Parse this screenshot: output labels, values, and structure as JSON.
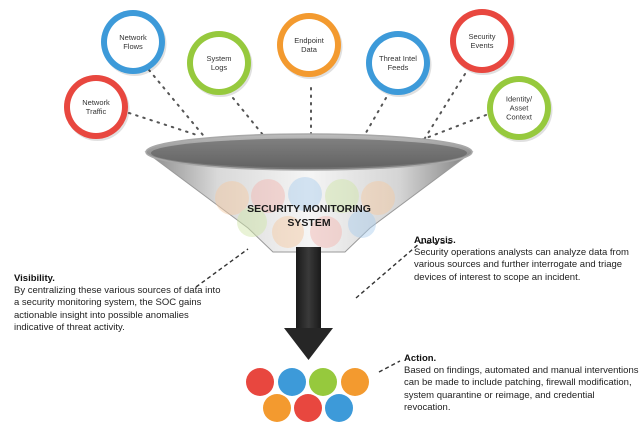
{
  "sources": [
    {
      "id": "network-traffic",
      "lines": [
        "Network",
        "Traffic"
      ],
      "color": "#e8473f"
    },
    {
      "id": "network-flows",
      "lines": [
        "Network",
        "Flows"
      ],
      "color": "#3d9ad9"
    },
    {
      "id": "system-logs",
      "lines": [
        "System",
        "Logs"
      ],
      "color": "#96c93d"
    },
    {
      "id": "endpoint-data",
      "lines": [
        "Endpoint",
        "Data"
      ],
      "color": "#f39a2f"
    },
    {
      "id": "threat-intel-feeds",
      "lines": [
        "Threat Intel",
        "Feeds"
      ],
      "color": "#3d9ad9"
    },
    {
      "id": "security-events",
      "lines": [
        "Security",
        "Events"
      ],
      "color": "#e8473f"
    },
    {
      "id": "identity-asset-context",
      "lines": [
        "Identity/",
        "Asset",
        "Context"
      ],
      "color": "#96c93d"
    }
  ],
  "funnel": {
    "title_line1": "SECURITY MONITORING",
    "title_line2": "SYSTEM"
  },
  "visibility": {
    "heading": "Visibility.",
    "body": "By centralizing these various sources of data into a security monitoring system, the SOC gains actionable insight into possible anomalies indicative of threat activity."
  },
  "analysis": {
    "heading": "Analysis.",
    "body": "Security operations analysts can analyze data from various sources and further interrogate and triage devices of interest to scope an incident."
  },
  "action": {
    "heading": "Action.",
    "body": "Based on findings, automated and manual interventions can be made to include patching, firewall modification, system quarantine or reimage, and credential revocation."
  },
  "output_dots": [
    "#e8473f",
    "#3d9ad9",
    "#96c93d",
    "#f39a2f",
    "#f39a2f",
    "#e8473f",
    "#3d9ad9"
  ]
}
